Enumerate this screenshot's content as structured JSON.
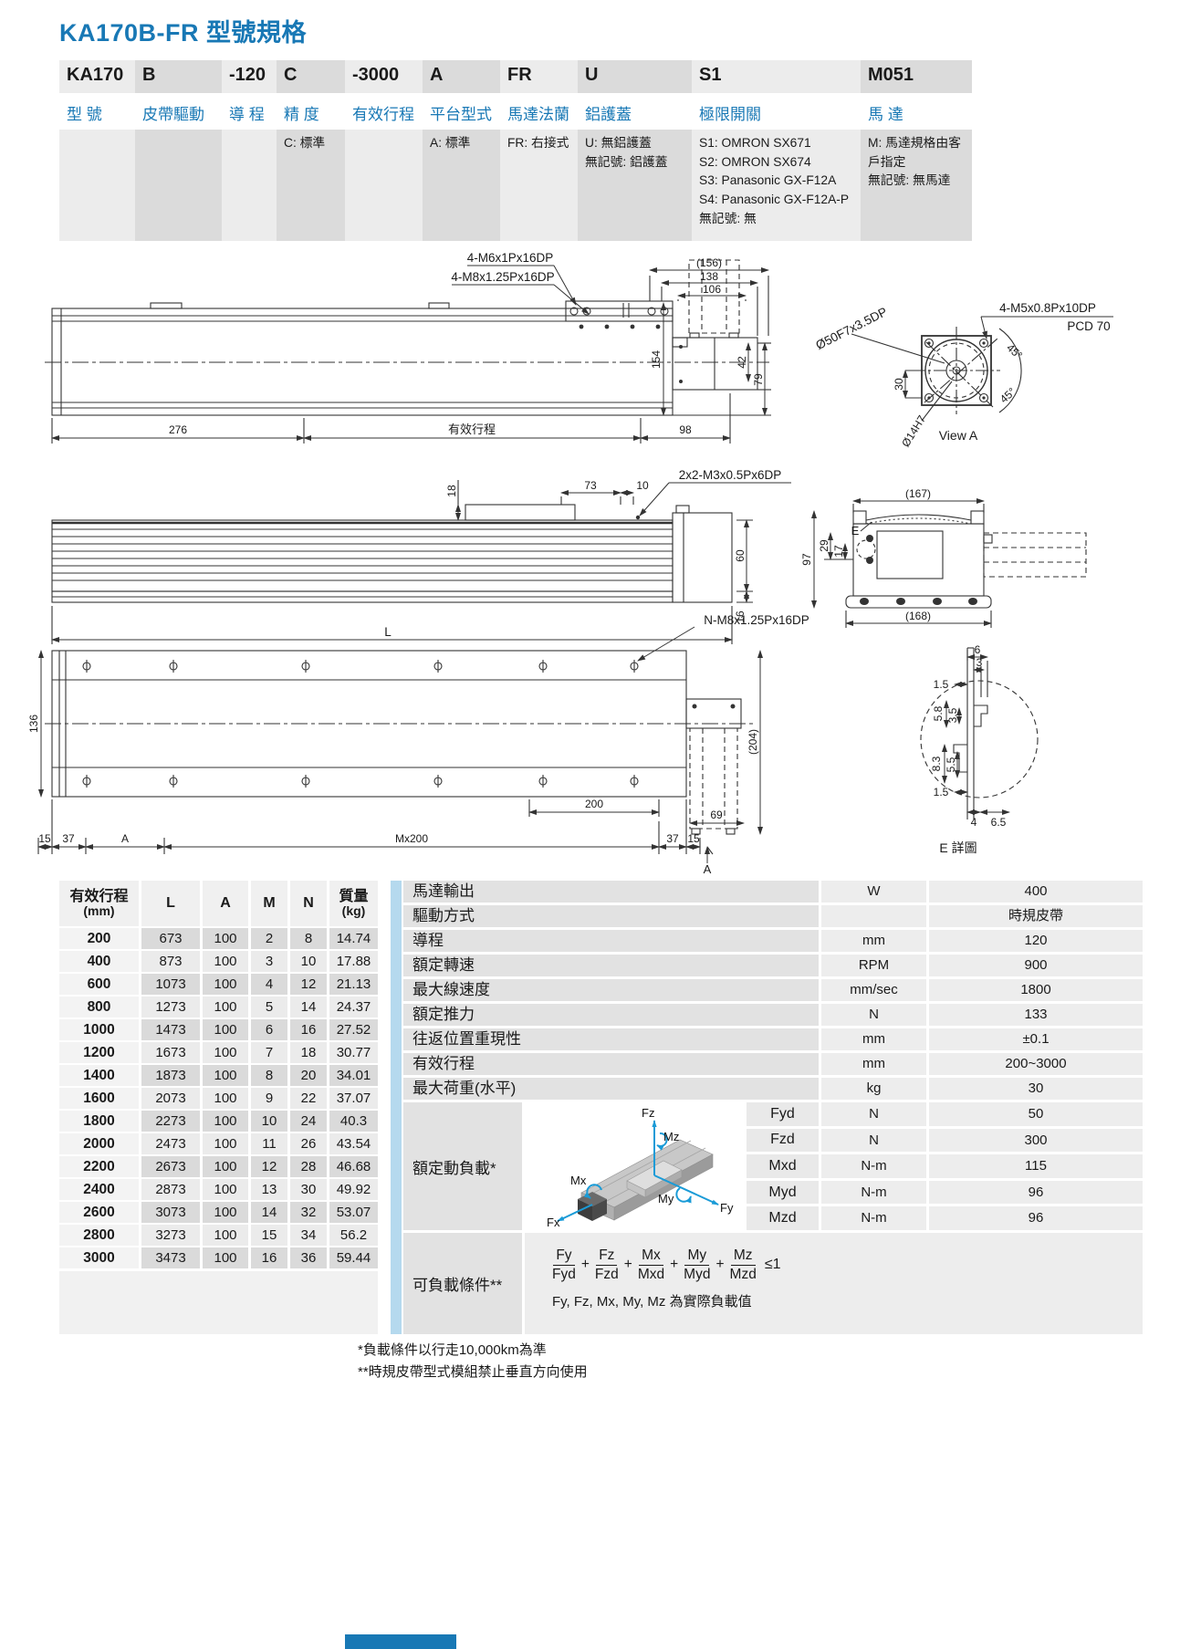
{
  "page": {
    "title": "KA170B-FR 型號規格"
  },
  "model_table": {
    "columns": [
      {
        "code": "KA170",
        "label": "型 號"
      },
      {
        "code": "B",
        "label": "皮帶驅動"
      },
      {
        "code": "-120",
        "label": "導 程"
      },
      {
        "code": "C",
        "label": "精 度",
        "desc": [
          "C: 標準"
        ]
      },
      {
        "code": "-3000",
        "label": "有效行程"
      },
      {
        "code": "A",
        "label": "平台型式",
        "desc": [
          "A: 標準"
        ]
      },
      {
        "code": "FR",
        "label": "馬達法蘭",
        "desc": [
          "FR: 右接式"
        ]
      },
      {
        "code": "U",
        "label": "鋁護蓋",
        "desc": [
          "U: 無鋁護蓋",
          "無記號: 鋁護蓋"
        ]
      },
      {
        "code": "S1",
        "label": "極限開關",
        "desc": [
          "S1: OMRON SX671",
          "S2: OMRON SX674",
          "S3: Panasonic GX-F12A",
          "S4: Panasonic GX-F12A-P",
          "無記號: 無"
        ]
      },
      {
        "code": "M051",
        "label": "馬 達",
        "desc": [
          "M: 馬達規格由客戶指定",
          "無記號: 無馬達"
        ]
      }
    ]
  },
  "drawing": {
    "view1": {
      "tap_m6": "4-M6x1Px16DP",
      "tap_m8": "4-M8x1.25Px16DP",
      "dim_156": "(156)",
      "dim_138": "138",
      "dim_106": "106",
      "dim_42": "42",
      "dim_79": "79",
      "dim_154": "154",
      "dim_276": "276",
      "dim_stroke": "有效行程",
      "dim_98": "98"
    },
    "viewA": {
      "bore": "Ø50F7x3.5DP",
      "tap": "4-M5x0.8Px10DP",
      "pcd": "PCD 70",
      "dim_30": "30",
      "angle1": "45°",
      "angle2": "45°",
      "shaft": "Ø14H7",
      "caption": "View A"
    },
    "view2": {
      "dim_18": "18",
      "dim_73": "73",
      "dim_10": "10",
      "tap": "2x2-M3x0.5Px6DP",
      "dim_l": "L",
      "dim_60": "60",
      "dim_16": "16"
    },
    "section": {
      "dim_167": "(167)",
      "dim_97": "97",
      "dim_29": "29",
      "dim_17": "17",
      "label_e": "E",
      "dim_168": "(168)"
    },
    "view3": {
      "tap": "N-M8x1.25Px16DP",
      "dim_136": "136",
      "dim_204": "(204)",
      "dim_200": "200",
      "dim_69": "69",
      "dim_15_left": "15",
      "dim_37_left": "37",
      "dim_a": "A",
      "dim_mx200": "Mx200",
      "dim_37_right": "37",
      "dim_15_right": "15",
      "view_arrow": "A"
    },
    "detailE": {
      "dim_6": "6",
      "dim_3": "3",
      "dim_15_top": "1.5",
      "dim_58": "5.8",
      "dim_35": "3.5",
      "dim_83": "8.3",
      "dim_55": "5.5",
      "dim_15_bot": "1.5",
      "dim_4": "4",
      "dim_65": "6.5",
      "caption": "E 詳圖"
    }
  },
  "dim_table": {
    "header": {
      "col0_line1": "有效行程",
      "col0_line2": "(mm)",
      "col1": "L",
      "col2": "A",
      "col3": "M",
      "col4": "N",
      "col5_line1": "質量",
      "col5_line2": "(kg)"
    },
    "rows": [
      {
        "stroke": "200",
        "l": "673",
        "a": "100",
        "m": "2",
        "n": "8",
        "kg": "14.74"
      },
      {
        "stroke": "400",
        "l": "873",
        "a": "100",
        "m": "3",
        "n": "10",
        "kg": "17.88"
      },
      {
        "stroke": "600",
        "l": "1073",
        "a": "100",
        "m": "4",
        "n": "12",
        "kg": "21.13"
      },
      {
        "stroke": "800",
        "l": "1273",
        "a": "100",
        "m": "5",
        "n": "14",
        "kg": "24.37"
      },
      {
        "stroke": "1000",
        "l": "1473",
        "a": "100",
        "m": "6",
        "n": "16",
        "kg": "27.52"
      },
      {
        "stroke": "1200",
        "l": "1673",
        "a": "100",
        "m": "7",
        "n": "18",
        "kg": "30.77"
      },
      {
        "stroke": "1400",
        "l": "1873",
        "a": "100",
        "m": "8",
        "n": "20",
        "kg": "34.01"
      },
      {
        "stroke": "1600",
        "l": "2073",
        "a": "100",
        "m": "9",
        "n": "22",
        "kg": "37.07"
      },
      {
        "stroke": "1800",
        "l": "2273",
        "a": "100",
        "m": "10",
        "n": "24",
        "kg": "40.3"
      },
      {
        "stroke": "2000",
        "l": "2473",
        "a": "100",
        "m": "11",
        "n": "26",
        "kg": "43.54"
      },
      {
        "stroke": "2200",
        "l": "2673",
        "a": "100",
        "m": "12",
        "n": "28",
        "kg": "46.68"
      },
      {
        "stroke": "2400",
        "l": "2873",
        "a": "100",
        "m": "13",
        "n": "30",
        "kg": "49.92"
      },
      {
        "stroke": "2600",
        "l": "3073",
        "a": "100",
        "m": "14",
        "n": "32",
        "kg": "53.07"
      },
      {
        "stroke": "2800",
        "l": "3273",
        "a": "100",
        "m": "15",
        "n": "34",
        "kg": "56.2"
      },
      {
        "stroke": "3000",
        "l": "3473",
        "a": "100",
        "m": "16",
        "n": "36",
        "kg": "59.44"
      }
    ]
  },
  "spec_table": {
    "rows": [
      {
        "label": "馬達輸出",
        "unit": "W",
        "value": "400"
      },
      {
        "label": "驅動方式",
        "unit": "",
        "value": "時規皮帶"
      },
      {
        "label": "導程",
        "unit": "mm",
        "value": "120"
      },
      {
        "label": "額定轉速",
        "unit": "RPM",
        "value": "900"
      },
      {
        "label": "最大線速度",
        "unit": "mm/sec",
        "value": "1800"
      },
      {
        "label": "額定推力",
        "unit": "N",
        "value": "133"
      },
      {
        "label": "往返位置重現性",
        "unit": "mm",
        "value": "±0.1"
      },
      {
        "label": "有效行程",
        "unit": "mm",
        "value": "200~3000"
      },
      {
        "label": "最大荷重(水平)",
        "unit": "kg",
        "value": "30"
      }
    ],
    "load": {
      "label": "額定動負載*",
      "axes": {
        "fz": "Fz",
        "mz": "Mz",
        "mx": "Mx",
        "fx": "Fx",
        "my": "My",
        "fy": "Fy"
      },
      "rows": [
        {
          "name": "Fyd",
          "unit": "N",
          "value": "50"
        },
        {
          "name": "Fzd",
          "unit": "N",
          "value": "300"
        },
        {
          "name": "Mxd",
          "unit": "N-m",
          "value": "115"
        },
        {
          "name": "Myd",
          "unit": "N-m",
          "value": "96"
        },
        {
          "name": "Mzd",
          "unit": "N-m",
          "value": "96"
        }
      ]
    },
    "condition": {
      "label": "可負載條件**",
      "fractions": [
        {
          "n": "Fy",
          "d": "Fyd"
        },
        {
          "n": "Fz",
          "d": "Fzd"
        },
        {
          "n": "Mx",
          "d": "Mxd"
        },
        {
          "n": "My",
          "d": "Myd"
        },
        {
          "n": "Mz",
          "d": "Mzd"
        }
      ],
      "plus": "+",
      "leq": "≤1",
      "note": "Fy, Fz, Mx, My, Mz 為實際負載值"
    }
  },
  "footnotes": {
    "note1": "*負載條件以行走10,000km為準",
    "note2": "**時規皮帶型式模組禁止垂直方向使用"
  },
  "colors": {
    "accent_blue": "#1878b5",
    "stripe_blue": "#b5d9ee",
    "axis_cyan": "#1a9bd7"
  }
}
